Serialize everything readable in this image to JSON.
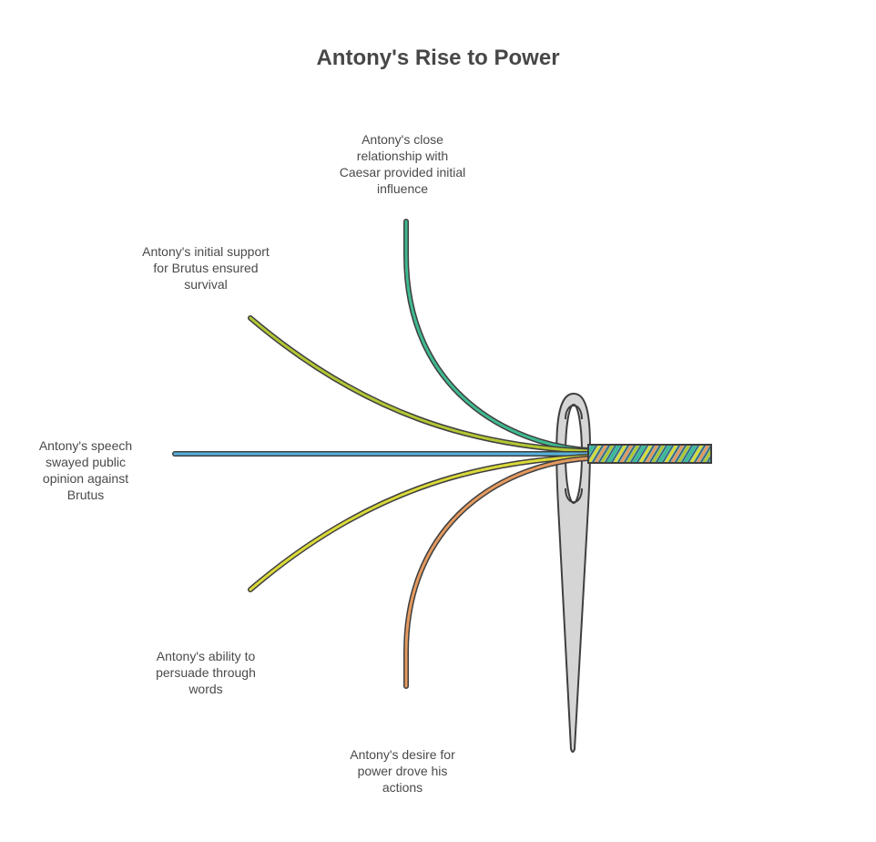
{
  "title": "Antony's Rise to Power",
  "threads": [
    {
      "id": "top",
      "label": "Antony's close relationship with Caesar provided initial influence",
      "color": "#3fba8f"
    },
    {
      "id": "upper",
      "label": "Antony's initial support for Brutus ensured survival",
      "color": "#b3c634"
    },
    {
      "id": "middle",
      "label": "Antony's speech swayed public opinion against Brutus",
      "color": "#56b3dc"
    },
    {
      "id": "lower",
      "label": "Antony's ability to persuade through words",
      "color": "#dada3a"
    },
    {
      "id": "bottom",
      "label": "Antony's desire for power drove his actions",
      "color": "#e49a5f"
    }
  ],
  "colors": {
    "outline": "#3f3f3f",
    "needle": "#d5d5d5",
    "title": "#474747",
    "text": "#4a4a4a"
  }
}
